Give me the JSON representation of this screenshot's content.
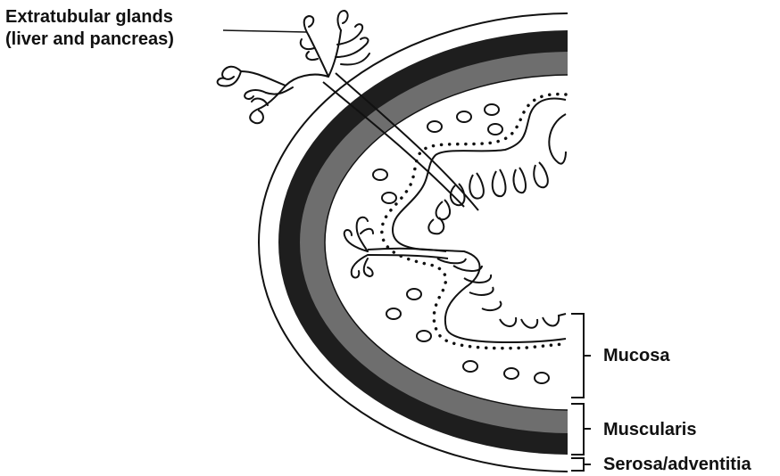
{
  "labels": {
    "glands_line1": "Extratubular glands",
    "glands_line2": "(liver and pancreas)",
    "mucosa": "Mucosa",
    "muscularis": "Muscularis",
    "serosa": "Serosa/adventitia"
  },
  "colors": {
    "ink": "#111111",
    "muscle_outer": "#1e1e1e",
    "muscle_inner": "#6e6e6e",
    "background": "#ffffff"
  }
}
